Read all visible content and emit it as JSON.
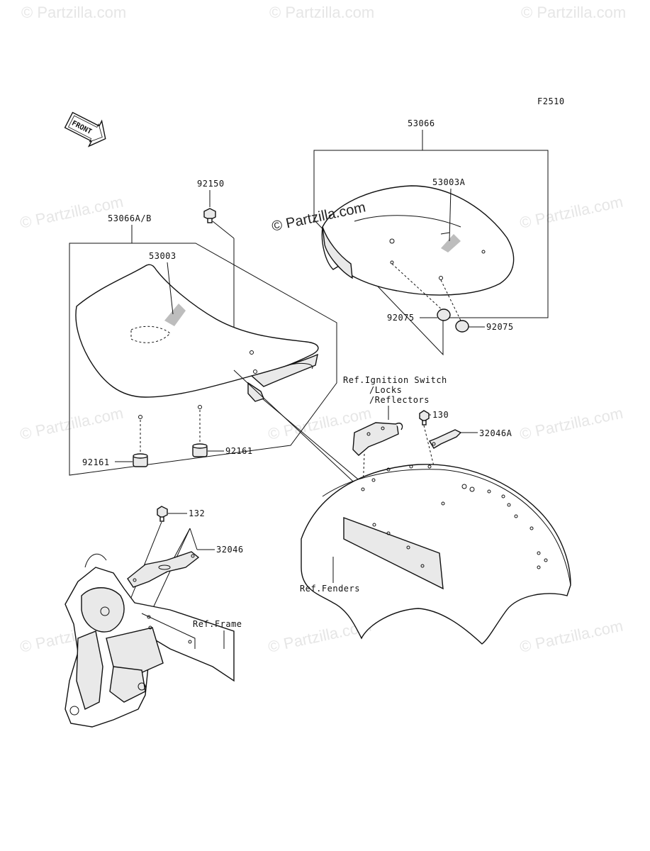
{
  "figure_code": "F2510",
  "front_label": "FRONT",
  "watermark": "© Partzilla.com",
  "watermark_main": "© Partzilla.com",
  "parts": {
    "seat_assy_rear": "53066",
    "seat_cover_rear": "53003A",
    "damper_rear_left": "92075",
    "damper_rear_right": "92075",
    "bolt_top": "92150",
    "seat_assy_front": "53066A/B",
    "seat_cover_front": "53003",
    "damper_front_left": "92161",
    "damper_front_right": "92161",
    "bolt_right": "130",
    "bracket_right": "32046A",
    "bolt_left": "132",
    "bracket_left": "32046"
  },
  "refs": {
    "ignition_line1": "Ref.Ignition Switch",
    "ignition_line2": "/Locks",
    "ignition_line3": "/Reflectors",
    "fenders": "Ref.Fenders",
    "frame": "Ref.Frame"
  },
  "icons": [
    "front-arrow-icon"
  ]
}
